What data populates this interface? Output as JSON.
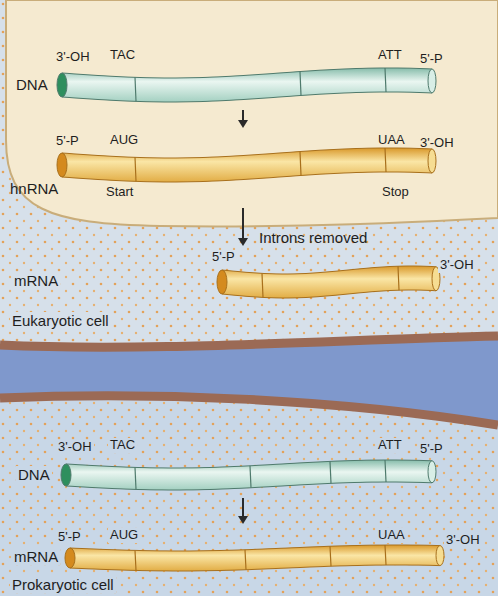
{
  "diagram": {
    "nodes": [
      {
        "text": [
          "DNA",
          "3'-OH",
          "TAC",
          "ATT",
          "5'-P"
        ]
      },
      {
        "text": [
          "hnRNA",
          "5'-P",
          "AUG",
          "UAA",
          "3'-OH",
          "Start",
          "Stop"
        ]
      },
      {
        "text": [
          "mRNA",
          "5'-P",
          "3'-OH"
        ]
      },
      {
        "text": [
          "DNA",
          "3'-OH",
          "TAC",
          "ATT",
          "5'-P"
        ]
      },
      {
        "text": [
          "mRNA",
          "5'-P",
          "AUG",
          "UAA",
          "3'-OH"
        ]
      }
    ],
    "edges": [
      {
        "from": 0,
        "to": 1,
        "arrow": "to"
      },
      {
        "from": 1,
        "to": 2,
        "label": "Introns removed",
        "arrow": "to"
      },
      {
        "from": 3,
        "to": 4,
        "arrow": "to"
      }
    ],
    "labels": [
      "Eukaryotic cell",
      "Prokaryotic cell"
    ]
  }
}
